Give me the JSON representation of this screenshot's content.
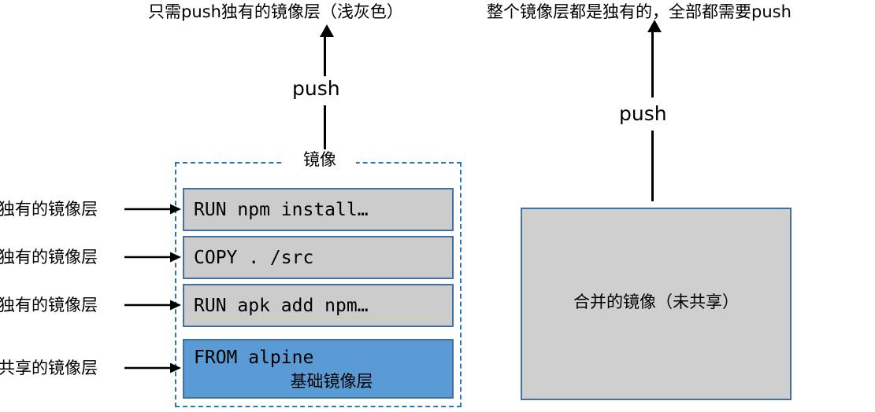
{
  "captions": {
    "left": "只需push独有的镜像层（浅灰色）",
    "right": "整个镜像层都是独有的，全部都需要push"
  },
  "arrows": {
    "push_left_label": "push",
    "push_right_label": "push"
  },
  "image_box": {
    "title": "镜像",
    "layers": [
      {
        "code": "RUN npm install…",
        "side_label": "独有的镜像层",
        "kind": "unique",
        "color": "#CCCCCC"
      },
      {
        "code": "COPY . /src",
        "side_label": "独有的镜像层",
        "kind": "unique",
        "color": "#CCCCCC"
      },
      {
        "code": "RUN apk add npm…",
        "side_label": "独有的镜像层",
        "kind": "unique",
        "color": "#CCCCCC"
      },
      {
        "code": "FROM alpine",
        "subtitle": "基础镜像层",
        "side_label": "共享的镜像层",
        "kind": "base",
        "color": "#5B9BD5"
      }
    ]
  },
  "merged_image": {
    "label": "合并的镜像（未共享）",
    "color": "#CFCFCF"
  },
  "colors": {
    "unique_layer": "#CCCCCC",
    "base_layer": "#5B9BD5",
    "layer_border": "#41719C",
    "dashed_border": "#2E75B6",
    "merged_fill": "#CFCFCF",
    "arrow": "#000000"
  }
}
